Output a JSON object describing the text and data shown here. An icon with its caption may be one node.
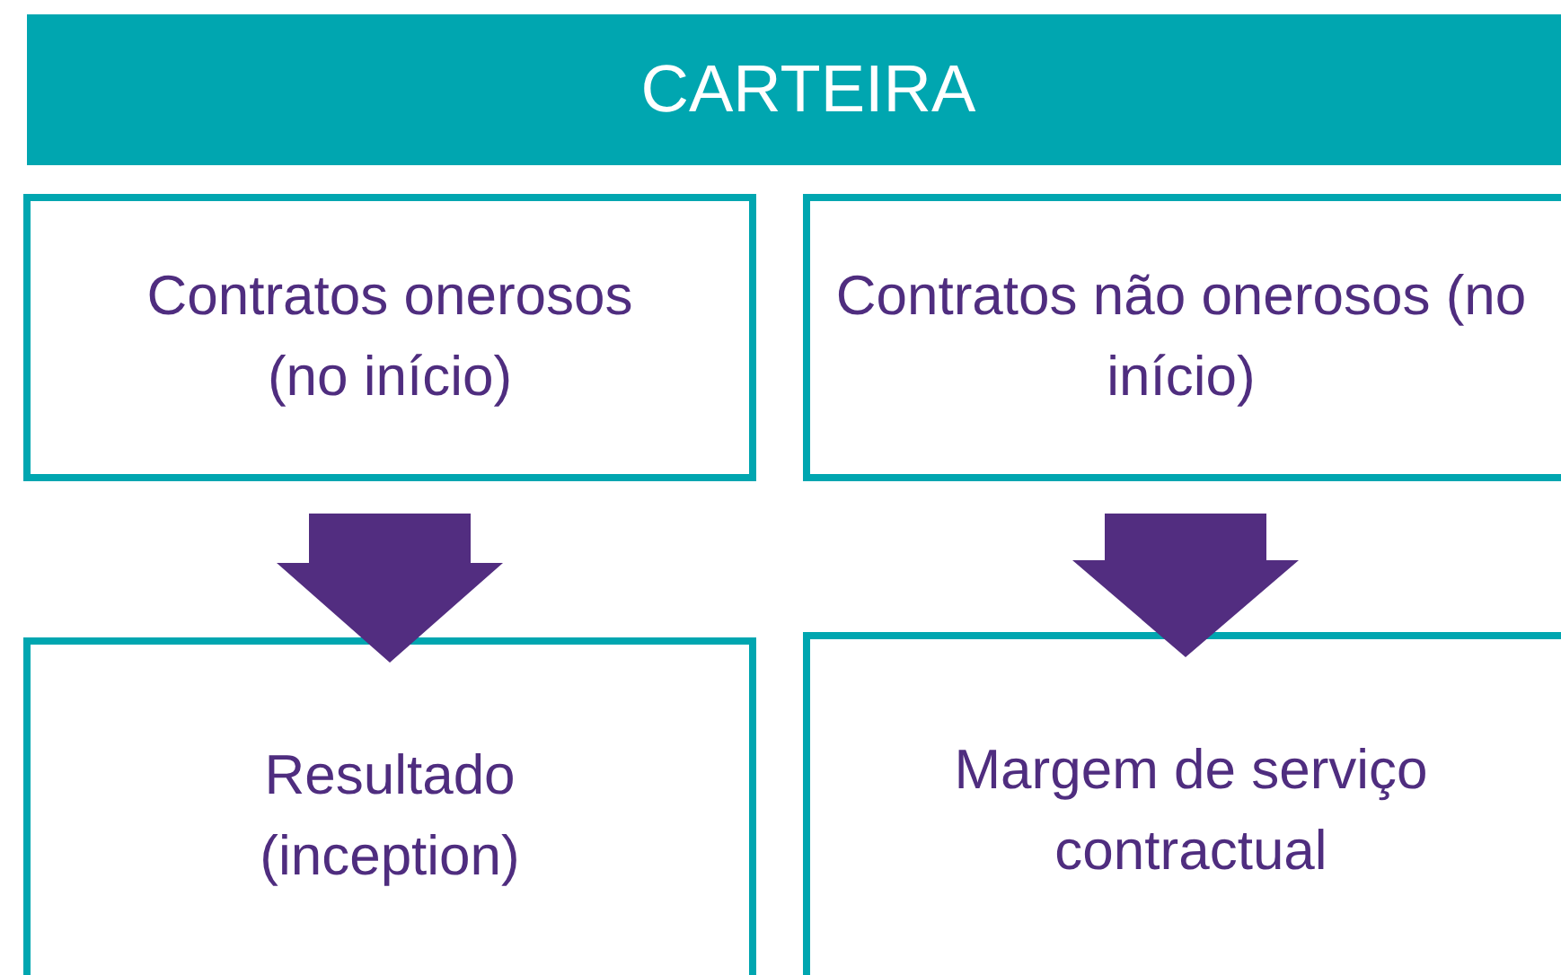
{
  "diagram": {
    "nodes": [
      {
        "text": [
          "CARTEIRA"
        ]
      },
      {
        "text": [
          "Contratos onerosos (no início)"
        ]
      },
      {
        "text": [
          "Contratos não onerosos (no início)"
        ]
      },
      {
        "text": [
          "Resultado (inception)"
        ]
      },
      {
        "text": [
          "Margem de serviço contractual"
        ]
      }
    ],
    "edges": [
      {
        "from": 1,
        "to": 3,
        "arrow": "to",
        "style": "thick"
      },
      {
        "from": 2,
        "to": 4,
        "arrow": "to",
        "style": "thick"
      }
    ]
  }
}
